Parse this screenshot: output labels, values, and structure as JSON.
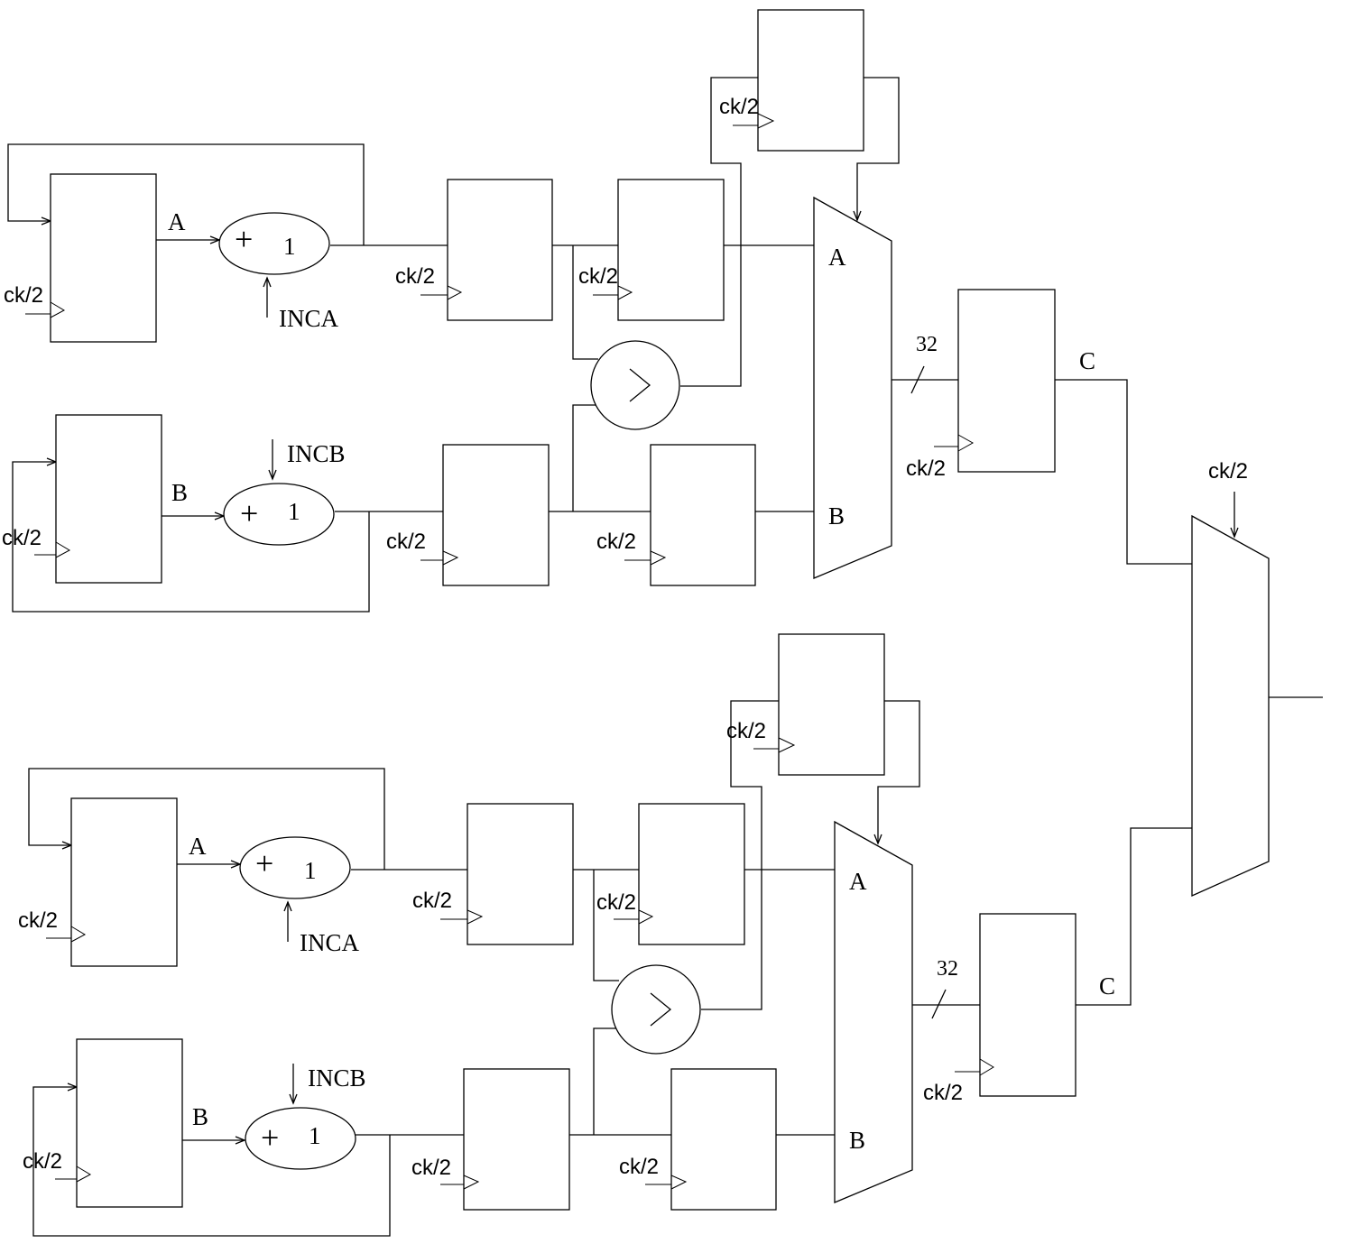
{
  "labels": {
    "clock": "ck/2",
    "signal_a": "A",
    "signal_b": "B",
    "signal_c": "C",
    "inc_a": "INCA",
    "inc_b": "INCB",
    "plus": "+",
    "one": "1",
    "bus_width": "32",
    "mux_in_a": "A",
    "mux_in_b": "B"
  }
}
